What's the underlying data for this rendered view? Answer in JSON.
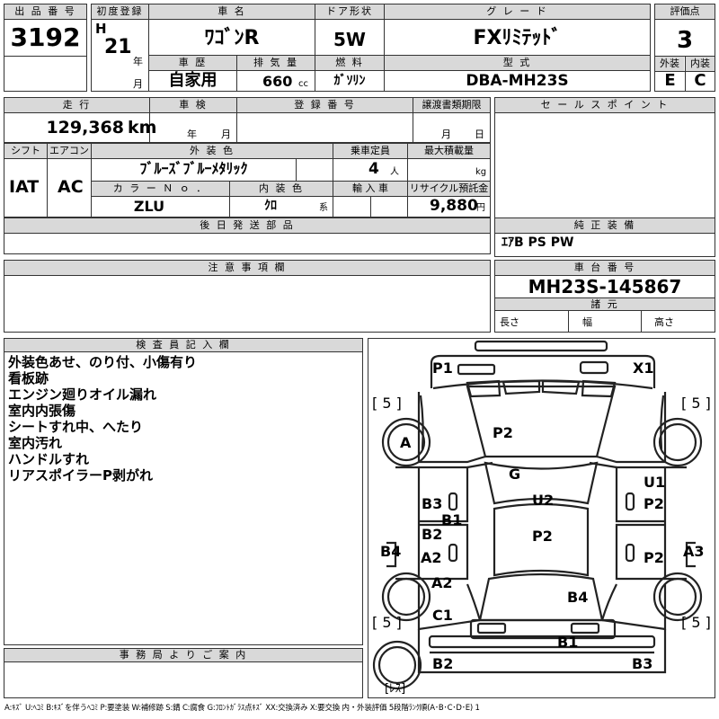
{
  "h": {
    "lot_label": "出 品 番 号",
    "lot": "3192",
    "reg_label": "初度登録",
    "era": "H",
    "year": "21",
    "nen": "年",
    "tsuki": "月",
    "name_label": "車 名",
    "name": "ﾜｺﾞﾝR",
    "door_label": "ドア形状",
    "door": "5W",
    "grade_label": "グ レ ー ド",
    "grade": "FXﾘﾐﾃｯﾄﾞ",
    "score_label": "評価点",
    "score": "3",
    "history_label": "車 歴",
    "history": "自家用",
    "disp_label": "排 気 量",
    "disp": "660",
    "disp_unit": "cc",
    "fuel_label": "燃 料",
    "fuel": "ｶﾞｿﾘﾝ",
    "model_label": "型 式",
    "model": "DBA-MH23S",
    "ext_label": "外装",
    "ext": "E",
    "int_label": "内装",
    "int": "C"
  },
  "r2": {
    "mileage_label": "走 行",
    "mileage": "129,368",
    "mileage_unit": "km",
    "inspection_label": "車 検",
    "nen": "年",
    "tsuki": "月",
    "regno_label": "登 録 番 号",
    "transfer_label": "譲渡書類期限",
    "tsuki2": "月",
    "nichi": "日",
    "sales_label": "セ ー ル ス ポ イ ン ト"
  },
  "r3": {
    "shift_label": "シフト",
    "shift": "IAT",
    "ac_label": "エアコン",
    "ac": "AC",
    "color_label": "外 装 色",
    "color": "ﾌﾞﾙｰｽﾞﾌﾞﾙｰﾒﾀﾘｯｸ",
    "capacity_label": "乗車定員",
    "capacity": "4",
    "capacity_unit": "人",
    "load_label": "最大積載量",
    "load_unit": "kg",
    "colorno_label": "カ ラ ー Ｎ ｏ ．",
    "colorno": "ZLU",
    "interior_label": "内 装 色",
    "interior": "ｸﾛ",
    "interior_unit": "系",
    "import_label": "輸 入 車",
    "recycle_label": "リサイクル預託金",
    "recycle": "9,880",
    "recycle_unit": "円"
  },
  "later_label": "後 日 発 送 部 品",
  "equip_label": "純 正 装 備",
  "equip": "ｴｱB PS PW",
  "notes_label": "注 意 事 項 欄",
  "chassis_label": "車 台 番 号",
  "chassis": "MH23S-145867",
  "spec_label": "諸 元",
  "len": "長さ",
  "wid": "幅",
  "hgt": "高さ",
  "inspector_label": "検 査 員 記 入 欄",
  "inspector_notes": [
    "外装色あせ、のり付、小傷有り",
    "看板跡",
    "エンジン廻りオイル漏れ",
    "室内内張傷",
    "シートすれ中、へたり",
    "室内汚れ",
    "ハンドルすれ",
    "リアスポイラーP剥がれ"
  ],
  "office_label": "事 務 局 よ り ご 案 内",
  "tires": [
    "[ 5 ]",
    "[ 5 ]",
    "[ 5 ]",
    "[ 5 ]"
  ],
  "less": "[ﾚｽ]",
  "damage": [
    "P1",
    "X1",
    "P2",
    "A",
    "G",
    "U1",
    "B3",
    "P2",
    "U2",
    "B1",
    "B2",
    "P2",
    "B4",
    "A2",
    "P2",
    "A3",
    "A2",
    "B4",
    "C1",
    "B1",
    "B2",
    "B3"
  ],
  "legend": "A:ｷｽﾞ U:ﾍｺﾐ B:ｷｽﾞを伴うﾍｺﾐ P:要塗装 W:補修跡 S:錆 C:腐食 G:ﾌﾛﾝﾄｶﾞﾗｽ点ｷｽﾞ XX:交換済み X:要交換 内・外装評価 5段階ﾗﾝｸ順(A･B･C･D･E) 1"
}
